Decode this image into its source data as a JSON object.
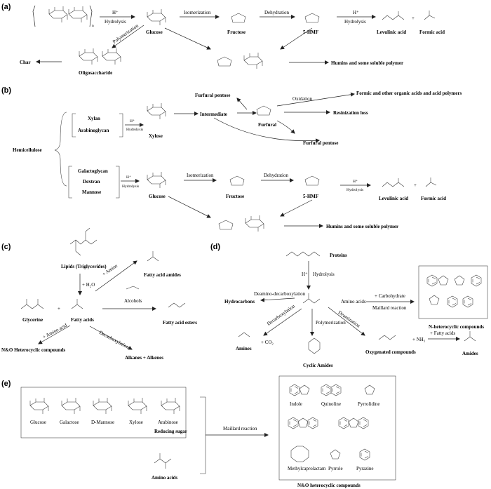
{
  "panels": {
    "a": {
      "tag": "(a)",
      "h_plus_1": "H⁺",
      "hydrolysis_1": "Hydrolysis",
      "glucose": "Glucose",
      "isomerization": "Isomerization",
      "fructose": "Fructose",
      "dehydration": "Dehydration",
      "hmf": "5-HMF",
      "h_plus_2": "H⁺",
      "hydrolysis_2": "Hydrolysis",
      "levulinic": "Levulinic acid",
      "plus": "+",
      "formic": "Formic acid",
      "polymerization": "Polymerization",
      "char": "Char",
      "oligo": "Oligosaccharide",
      "humins": "Humins and some soluble polymer",
      "n_sub": "n"
    },
    "b": {
      "tag": "(b)",
      "xylan": "Xylan",
      "arabino": "Arabinoglycan",
      "h_plus": "H⁺",
      "hydrolysis": "Hydrolysis",
      "xylose": "Xylose",
      "intermediate": "Intermediate",
      "furfural_pentose_top": "Furfural pentose",
      "furfural": "Furfural",
      "oxidation": "Oxidation",
      "formic_other": "Formic and other organic acids and acid polymers",
      "resin": "Resinization loss",
      "furfural_pentose_bottom": "Furfural pentose",
      "hemicellulose": "Hemicellulose",
      "galacto": "Galactoglycan",
      "dextran": "Dextran",
      "mannose": "Mannose",
      "h_plus_2": "H⁺",
      "hydrolysis_2": "Hydrolysis",
      "glucose": "Glucose",
      "isomerization": "Isomerization",
      "fructose": "Fructose",
      "dehydration": "Dehydration",
      "hmf": "5-HMF",
      "h_plus_3": "H⁺",
      "hydrolysis_3": "Hydrolysis",
      "levulinic": "Levulinic acid",
      "plus": "+",
      "formic": "Formic acid",
      "humins": "Humins and some soluble polymer"
    },
    "c": {
      "tag": "(c)",
      "lipids": "Lipids (Triglycerides)",
      "h2o": "+ H₂O",
      "amine": "+ Amine",
      "fa_amides": "Fatty acid amides",
      "alcohols": "Alcohols",
      "fa_esters": "Fatty acid esters",
      "glycerine": "Glycerine",
      "plus": "+",
      "fatty_acids": "Fatty acids",
      "amino_acid": "+ Amino acid",
      "decarbox": "Decarboxylation",
      "no_hetero": "N&O Heterocyclic  compounds",
      "alkanes": "Alkanes + Alkenes"
    },
    "d": {
      "tag": "(d)",
      "proteins": "Proteins",
      "h_plus": "H⁺",
      "hydrolysis": "Hydrolysis",
      "deamino": "Deamino-decarboxylation",
      "hydrocarbons": "Hydrocarbons",
      "amino_acids": "Amino acids",
      "carbohydrate": "+ Carbohydrate",
      "maillard": "Maillard reaction",
      "n_hetero": "N-heterocyclic compounds",
      "decarbox": "Decarboxylation",
      "polymerization": "Polymerization",
      "deamination": "Deamination",
      "amines": "Amines",
      "plus_co2": "+    CO₂",
      "cyclic_amides": "Cyclic Amides",
      "oxygenated": "Oxygenated compounds",
      "plus_nh3": "+  NH₃",
      "fatty_acids": "+ Fatty acids",
      "amides": "Amides"
    },
    "e": {
      "tag": "(e)",
      "sugars": [
        "Glucose",
        "Galactose",
        "D-Mannose",
        "Xylose",
        "Arabinose"
      ],
      "reducing": "Reducing sugar",
      "amino_acids": "Amino acids",
      "maillard": "Maillard reaction",
      "compounds": [
        "Indole",
        "Quinoline",
        "Pyrrolidine",
        "Methylcaprolactam",
        "Pyrrole",
        "Pyrazine"
      ],
      "no_hetero": "N&O heterocyclic compounds"
    }
  }
}
